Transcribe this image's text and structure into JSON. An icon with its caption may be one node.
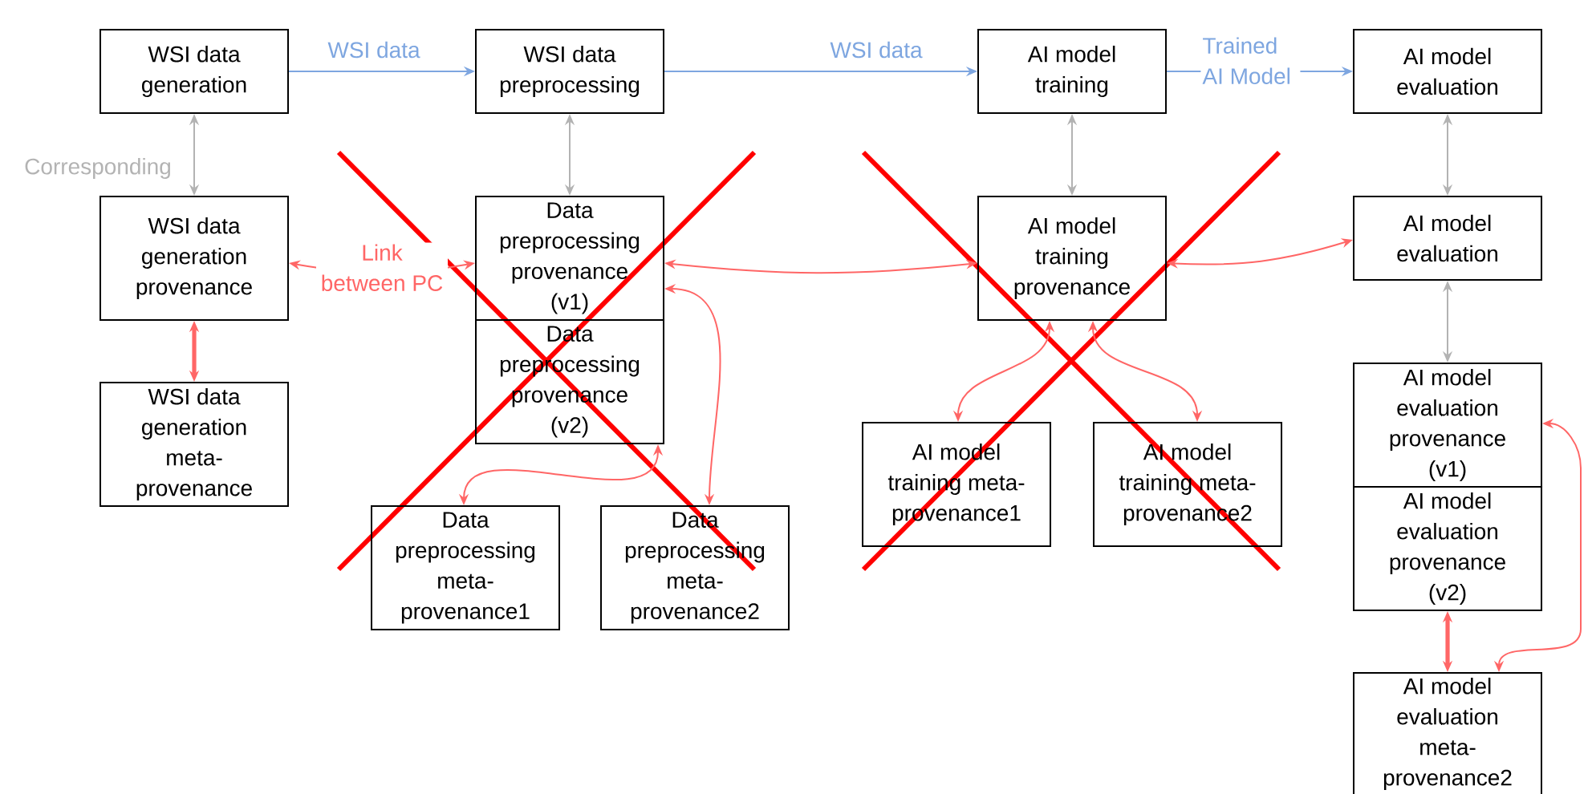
{
  "diagram": {
    "nodes": [
      {
        "text": [
          "WSI data generation"
        ]
      },
      {
        "text": [
          "WSI data preprocessing"
        ]
      },
      {
        "text": [
          "AI model training"
        ]
      },
      {
        "text": [
          "AI model evaluation"
        ]
      },
      {
        "text": [
          "WSI data generation provenance"
        ]
      },
      {
        "text": [
          "Data preprocessing provenance (v1)"
        ]
      },
      {
        "text": [
          "Data preprocessing provenance (v2)"
        ]
      },
      {
        "text": [
          "AI model training provenance"
        ]
      },
      {
        "text": [
          "AI model evaluation"
        ]
      },
      {
        "text": [
          "WSI data generation meta-provenance"
        ]
      },
      {
        "text": [
          "Data preprocessing meta-provenance1"
        ]
      },
      {
        "text": [
          "Data preprocessing meta-provenance2"
        ]
      },
      {
        "text": [
          "AI model training meta-provenance1"
        ]
      },
      {
        "text": [
          "AI model training meta-provenance2"
        ]
      },
      {
        "text": [
          "AI model evaluation provenance (v1)"
        ]
      },
      {
        "text": [
          "AI model evaluation provenance (v2)"
        ]
      },
      {
        "text": [
          "AI model evaluation meta-provenance2"
        ]
      }
    ],
    "edges": [
      {
        "from": 0,
        "to": 1,
        "arrow": "to",
        "label": "WSI data",
        "color": "#7ea6e0"
      },
      {
        "from": 1,
        "to": 2,
        "arrow": "to",
        "label": "WSI data",
        "color": "#7ea6e0"
      },
      {
        "from": 2,
        "to": 3,
        "arrow": "to",
        "label": "Trained AI Model",
        "color": "#7ea6e0"
      },
      {
        "from": 0,
        "to": 4,
        "arrow": "both",
        "label": "Corresponding",
        "color": "#b3b3b3"
      },
      {
        "from": 1,
        "to": 5,
        "arrow": "both",
        "color": "#b3b3b3"
      },
      {
        "from": 2,
        "to": 7,
        "arrow": "both",
        "color": "#b3b3b3"
      },
      {
        "from": 3,
        "to": 8,
        "arrow": "both",
        "color": "#b3b3b3"
      },
      {
        "from": 8,
        "to": 14,
        "arrow": "both",
        "color": "#b3b3b3"
      },
      {
        "from": 4,
        "to": 5,
        "arrow": "both",
        "label": "Link between PC"
      },
      {
        "from": 5,
        "to": 7,
        "arrow": "both"
      },
      {
        "from": 7,
        "to": 8,
        "arrow": "both"
      },
      {
        "from": 4,
        "to": 9,
        "arrow": "both",
        "style": "thick"
      },
      {
        "from": 6,
        "to": 10,
        "arrow": "both"
      },
      {
        "from": 5,
        "to": 11,
        "arrow": "both"
      },
      {
        "from": 7,
        "to": 12,
        "arrow": "both"
      },
      {
        "from": 7,
        "to": 13,
        "arrow": "both"
      },
      {
        "from": 14,
        "to": 16,
        "arrow": "both"
      },
      {
        "from": 15,
        "to": 16,
        "arrow": "both",
        "style": "thick"
      }
    ]
  }
}
